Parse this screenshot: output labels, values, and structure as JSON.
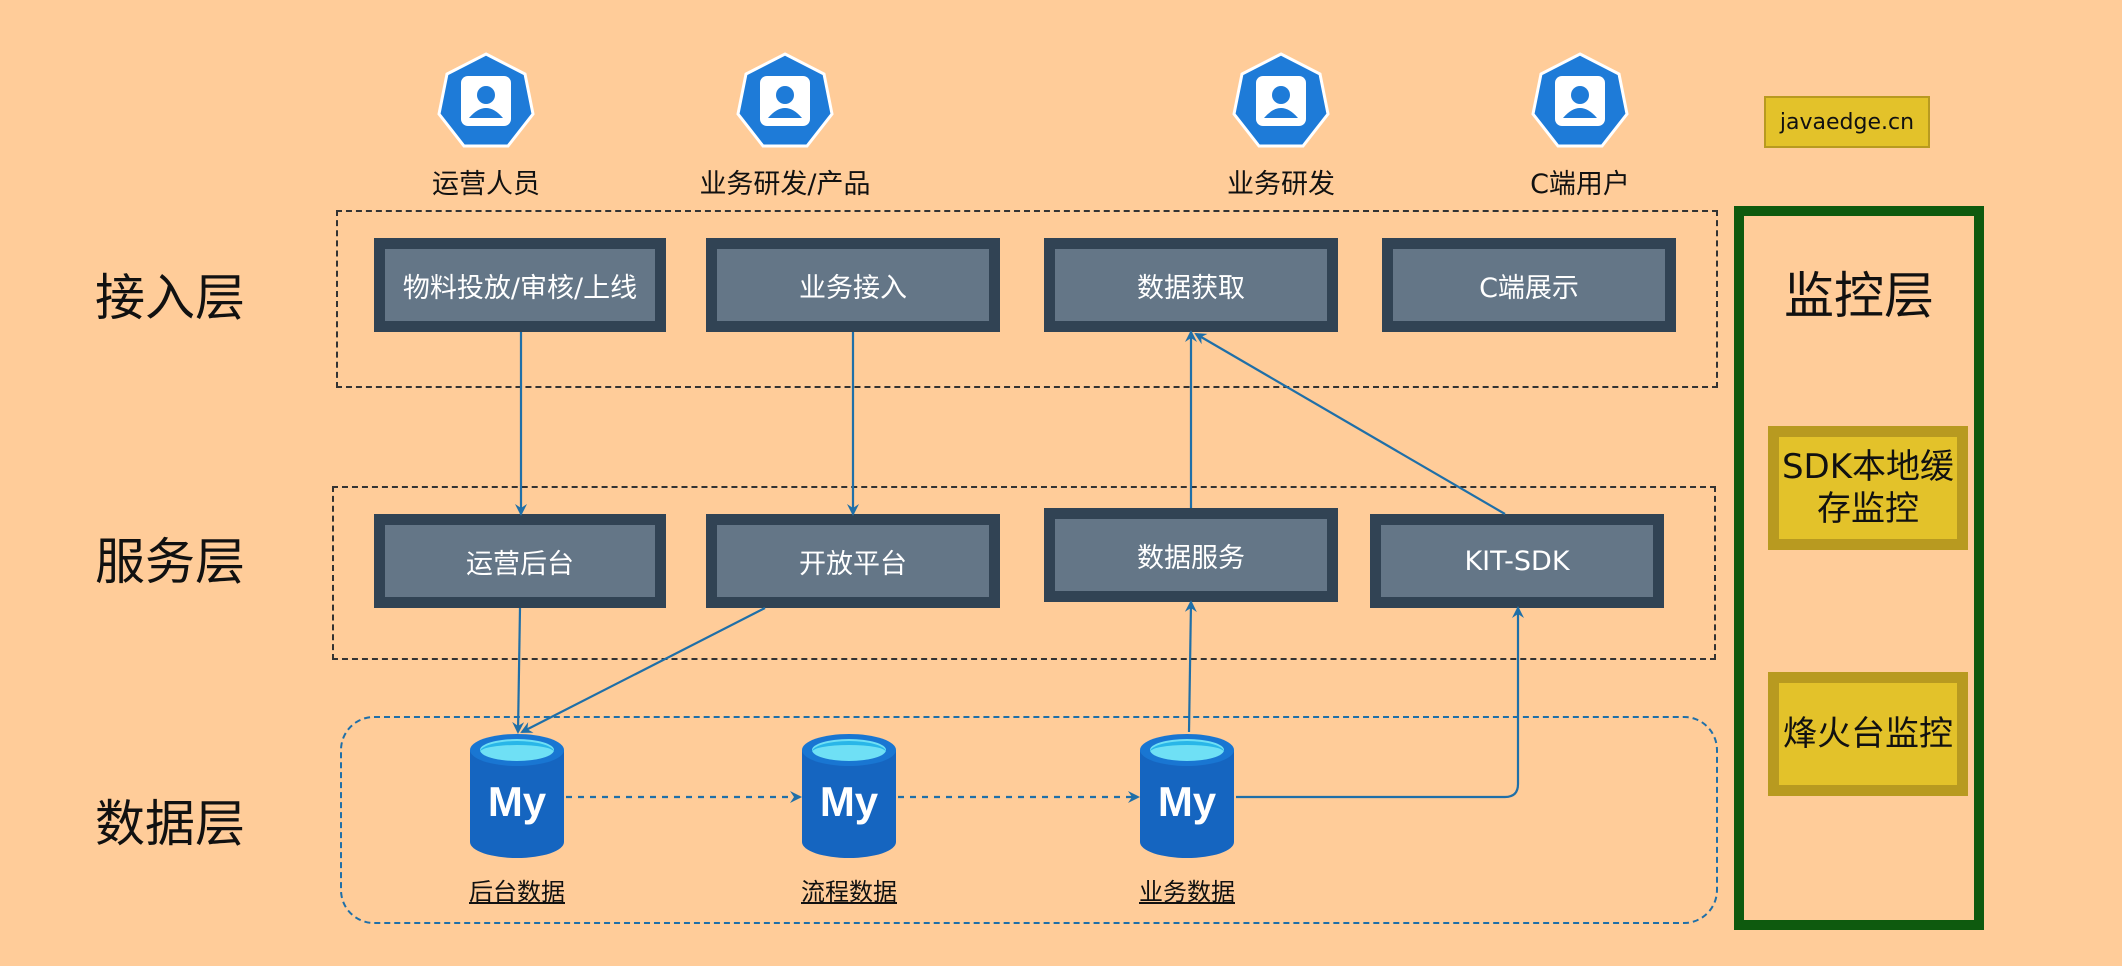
{
  "watermark": "javaedge.cn",
  "layers": {
    "access": "接入层",
    "service": "服务层",
    "data": "数据层",
    "monitor": "监控层"
  },
  "users": [
    {
      "label": "运营人员",
      "icon": "user-icon"
    },
    {
      "label": "业务研发/产品",
      "icon": "user-icon"
    },
    {
      "label": "业务研发",
      "icon": "user-icon"
    },
    {
      "label": "C端用户",
      "icon": "user-icon"
    }
  ],
  "access_boxes": [
    "物料投放/审核/上线",
    "业务接入",
    "数据获取",
    "C端展示"
  ],
  "service_boxes": [
    "运营后台",
    "开放平台",
    "数据服务",
    "KIT-SDK"
  ],
  "databases": [
    {
      "label": "后台数据",
      "icon": "mysql-icon",
      "glyph": "My"
    },
    {
      "label": "流程数据",
      "icon": "mysql-icon",
      "glyph": "My"
    },
    {
      "label": "业务数据",
      "icon": "mysql-icon",
      "glyph": "My"
    }
  ],
  "monitor_items": [
    "SDK本地缓存监控",
    "烽火台监控"
  ],
  "colors": {
    "background": "#FFCC99",
    "box_outer": "#314354",
    "box_inner": "#647687",
    "arrow": "#1f6fa8",
    "monitor_border": "#0E5A0E",
    "monitor_item": "#E3C22A",
    "user_icon": "#1E7BD8"
  }
}
